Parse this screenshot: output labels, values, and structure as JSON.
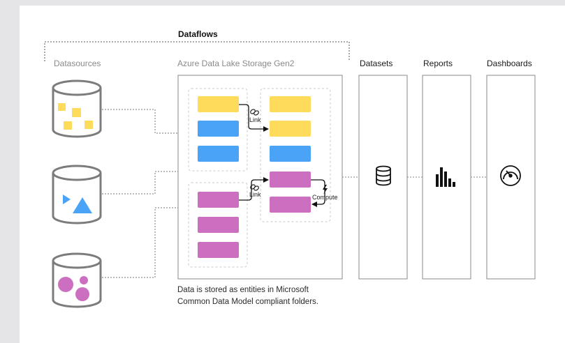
{
  "title": "Dataflows",
  "sections": {
    "datasources": "Datasources",
    "storage": "Azure Data Lake Storage Gen2",
    "datasets": "Datasets",
    "reports": "Reports",
    "dashboards": "Dashboards"
  },
  "labels": {
    "link_top": "Link",
    "link_bottom": "Link",
    "compute": "Compute"
  },
  "note_lines": [
    "Data is stored as entities in Microsoft",
    "Common Data Model compliant folders."
  ],
  "colors": {
    "yellow": "#FFDB5C",
    "blue": "#4BA3F7",
    "magenta": "#CC6FC0",
    "stroke": "#7c7c7c"
  },
  "icons": {
    "datasets": "database-icon",
    "reports": "bar-chart-icon",
    "dashboards": "gauge-icon",
    "link": "link-icon",
    "compute": "lightning-icon"
  }
}
